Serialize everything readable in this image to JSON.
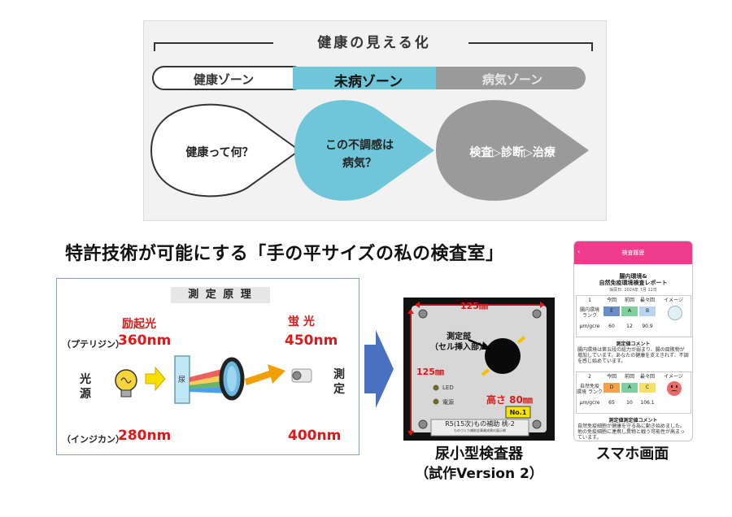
{
  "top": {
    "title": "健康の見える化",
    "zones": [
      "健康ゾーン",
      "未病ゾーン",
      "病気ゾーン"
    ],
    "bubbles": [
      "健康って何？",
      "この不調感は\n病気？",
      "検査▷診断▷治療"
    ]
  },
  "headline": "特許技術が可能にする「手の平サイズの私の検査室」",
  "measurement": {
    "title": "測 定 原 理",
    "excitation_label": "励起光",
    "excitation_nm": "360nm",
    "excitation_nm2": "280nm",
    "fluor_label": "蛍 光",
    "fluor_nm": "450nm",
    "fluor_nm2": "400nm",
    "pterin": "（プテリジン）",
    "indican": "（インジカン）",
    "light_source": "光\n源",
    "measure": "測\n定",
    "urine": "尿"
  },
  "device": {
    "width_label": "125㎜",
    "height_label": "125㎜",
    "part_label": "測定部\n（セル挿入部）",
    "depth_label": "高さ 80㎜",
    "led": "LED",
    "power": "電源",
    "number_tag": "No.1",
    "plate_text": "R5(15次)もの補助 桃-2",
    "plate_sub": "ものづくり補助金事業成果の展示物",
    "caption1": "尿小型検査器",
    "caption2": "（試作Version 2）"
  },
  "phone": {
    "header": "検査履歴",
    "report_title1": "腸内環境&",
    "report_title2": "自然免疫環境検査レポート",
    "date": "採尿日: 2024年 7月 12日",
    "table1": {
      "headers": [
        "1",
        "今回",
        "前回",
        "最々回",
        "イメージ"
      ],
      "row1_label": "腸内環境\nランク",
      "row1": [
        "E",
        "A",
        "B"
      ],
      "row2_label": "μm/gcre",
      "row2": [
        "60",
        "12",
        "90.9"
      ]
    },
    "comment1_title": "測定値コメント",
    "comment1_text": "腸内環境は第五段の総力が弱まり、腸の腐敗物が増加しています。あなたの健康を支えきれず、不調を感じ始めています。",
    "table2": {
      "headers": [
        "2",
        "今回",
        "前回",
        "最々回",
        "イメージ"
      ],
      "row1_label": "自然免疫\n環境 ランク",
      "row1": [
        "D",
        "A",
        "C"
      ],
      "row2_label": "μm/gcre",
      "row2": [
        "65",
        "10",
        "106.1"
      ]
    },
    "comment2_title": "測定値測定値コメント",
    "comment2_text": "自然免疫細胞が健康を守る為に動き始めました。他の免疫細胞に連携し異物と戦う可能性が高まっています。"
  },
  "phone_caption": "スマホ画面",
  "colors": {
    "teal": "#6ec6d8",
    "gray": "#9a9a9a",
    "red": "#e01818",
    "arrow_blue": "#4a70c4",
    "pink": "#f03c8c",
    "orange": "#f2a000"
  }
}
